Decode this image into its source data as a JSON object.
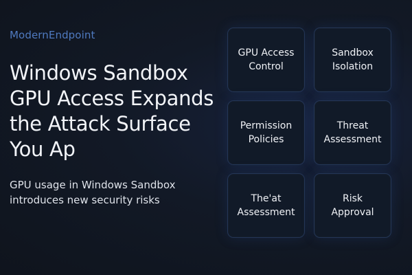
{
  "brand": "ModernEndpoint",
  "headline_lines": [
    "Windows Sandbox",
    "GPU Access Expands",
    "the Attack Surface",
    "You Ap"
  ],
  "subtitle_lines": [
    "GPU usage in Windows Sandbox",
    "introduces new security risks"
  ],
  "cards": [
    {
      "label": "GPU Access\nControl"
    },
    {
      "label": "Sandbox\nIsolation"
    },
    {
      "label": "Permission\nPolicies"
    },
    {
      "label": "Threat\nAssessment"
    },
    {
      "label": "The'at\nAssessment"
    },
    {
      "label": "Risk\nApproval"
    }
  ]
}
